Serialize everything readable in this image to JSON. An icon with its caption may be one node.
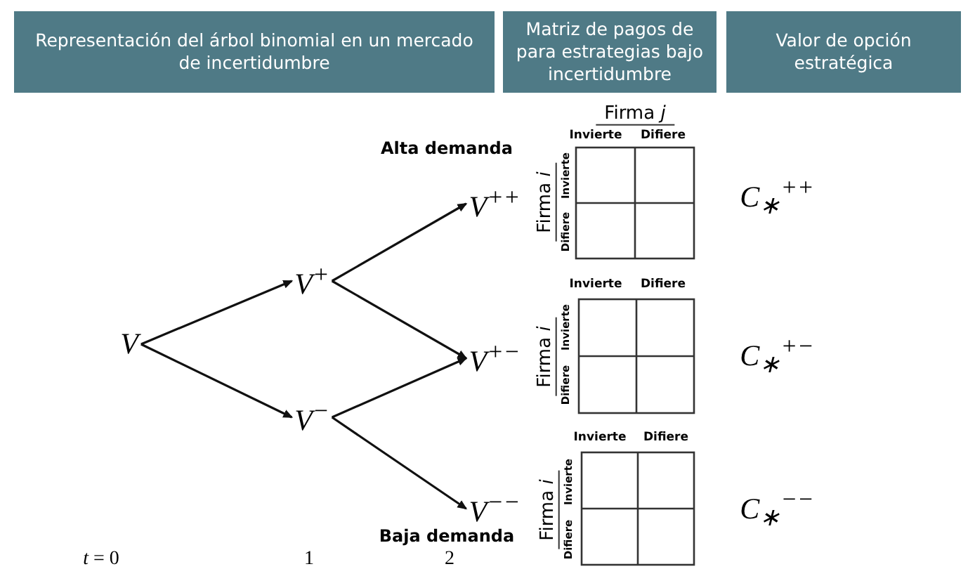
{
  "diagram": {
    "nodes": [
      {
        "text": [
          "Representación del árbol binomial en un mercado de incertidumbre"
        ]
      },
      {
        "text": [
          "Matriz de pagos de para estrategias bajo incertidumbre"
        ]
      },
      {
        "text": [
          "Valor de opción estratégica"
        ]
      },
      {
        "text": [
          "V"
        ]
      },
      {
        "text": [
          "V$^{+}$"
        ]
      },
      {
        "text": [
          "V$^{−}$"
        ]
      },
      {
        "text": [
          "V$^{++}$"
        ]
      },
      {
        "text": [
          "V$^{+−}$"
        ]
      },
      {
        "text": [
          "V$^{−−}$"
        ]
      }
    ],
    "edges": [
      {
        "from": 3,
        "to": 4,
        "arrow": "to"
      },
      {
        "from": 3,
        "to": 5,
        "arrow": "to"
      },
      {
        "from": 4,
        "to": 6,
        "arrow": "to"
      },
      {
        "from": 4,
        "to": 7,
        "arrow": "to"
      },
      {
        "from": 5,
        "to": 7,
        "arrow": "to"
      },
      {
        "from": 5,
        "to": 8,
        "arrow": "to"
      }
    ],
    "labels": [
      "Alta demanda",
      "Firma *j*",
      "Invierte",
      "Difiere",
      "Firma *i*",
      "Invierte",
      "Difiere",
      "C$_{∗}$$^{++}$",
      "Invierte",
      "Difiere",
      "Firma *i*",
      "Invierte",
      "Difiere",
      "C$_{∗}$$^{+−}$",
      "Invierte",
      "Difiere",
      "Firma *i*",
      "Invierte",
      "Difiere",
      "C$_{∗}$$^{−−}$",
      "Baja demanda",
      "*t* = 0",
      "1",
      "2"
    ]
  }
}
